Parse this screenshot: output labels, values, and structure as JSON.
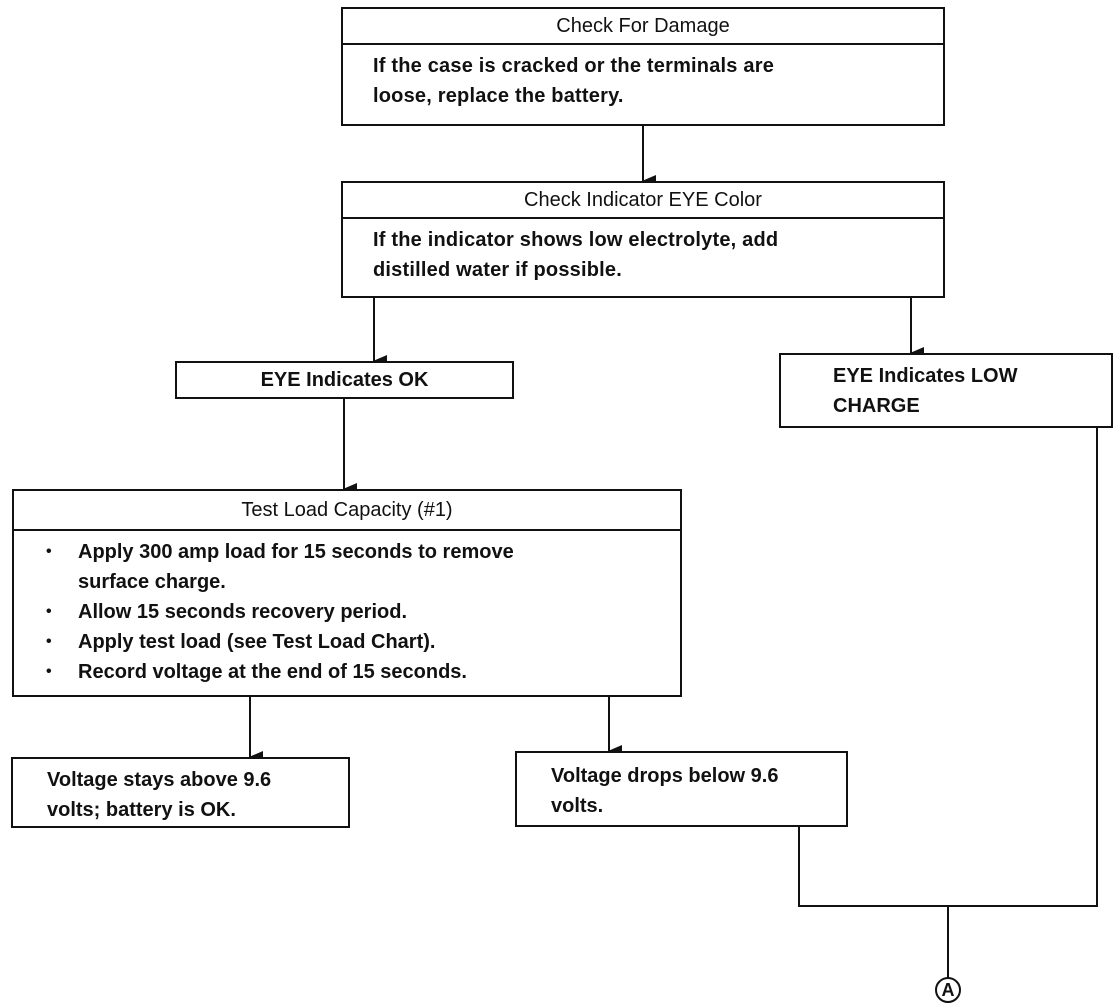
{
  "nodes": {
    "check_damage": {
      "title": "Check For Damage",
      "body_line1": "If the case is cracked or the terminals are",
      "body_line2": "loose, replace the battery."
    },
    "check_eye": {
      "title": "Check Indicator EYE Color",
      "body_line1": "If the indicator shows low electrolyte, add",
      "body_line2": "distilled water if possible."
    },
    "eye_ok": {
      "label": "EYE Indicates OK"
    },
    "eye_low": {
      "line1": "EYE Indicates LOW",
      "line2": "CHARGE"
    },
    "test_load": {
      "title": "Test Load Capacity (#1)",
      "bullet1_line1": "Apply 300 amp load for 15 seconds to remove",
      "bullet1_line2": "surface charge.",
      "bullet2": "Allow 15 seconds recovery period.",
      "bullet3": "Apply test load (see Test Load Chart).",
      "bullet4": "Record voltage at the end of 15 seconds."
    },
    "voltage_above": {
      "line1": "Voltage stays above 9.6",
      "line2": "volts; battery is OK."
    },
    "voltage_below": {
      "line1": "Voltage drops below 9.6",
      "line2": "volts."
    }
  },
  "connector": {
    "label": "A"
  }
}
